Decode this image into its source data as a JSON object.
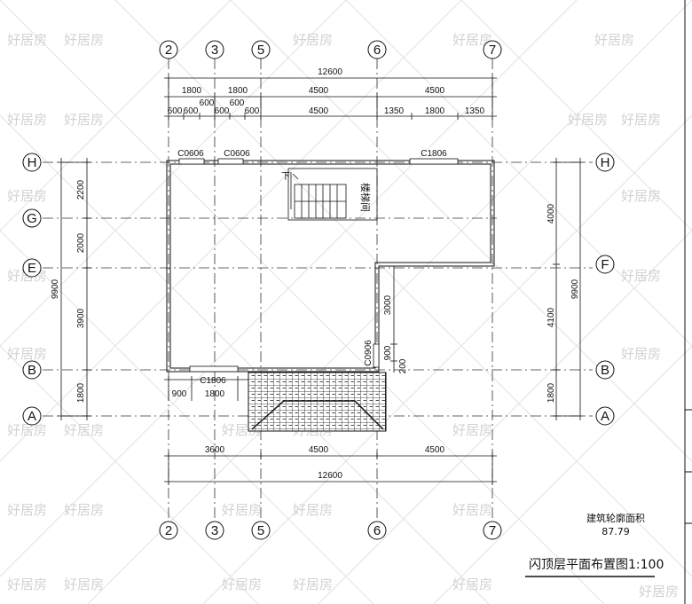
{
  "watermark": "好居房",
  "corner_logo": "好居房",
  "axes_x": [
    "2",
    "3",
    "5",
    "6",
    "7"
  ],
  "axes_y": [
    "H",
    "G",
    "E",
    "F",
    "B",
    "A"
  ],
  "dims": {
    "top_total": "12600",
    "top_row1": [
      "1800",
      "1800",
      "4500",
      "4500"
    ],
    "top_row2a": [
      "600",
      "600",
      "600",
      "600",
      "600"
    ],
    "top_row2b": [
      "4500",
      "1350",
      "1800",
      "1350"
    ],
    "bottom_row1": [
      "3600",
      "4500",
      "4500"
    ],
    "bottom_total": "12600",
    "left_total": "9900",
    "left_parts": [
      "2200",
      "2000",
      "3900",
      "1800"
    ],
    "right_total": "9900",
    "right_parts": [
      "4000",
      "4100",
      "1800"
    ],
    "inner_vertical": [
      "3000",
      "900",
      "200"
    ],
    "bottom_window": [
      "900",
      "1800"
    ]
  },
  "windows": [
    "C0606",
    "C0606",
    "C1806",
    "C1806",
    "C0906"
  ],
  "stair_down": "下",
  "stair_label": "楼梯间",
  "area_label": "建筑轮廓面积",
  "area_value": "87.79",
  "title": "闪顶层平面布置图1:100"
}
